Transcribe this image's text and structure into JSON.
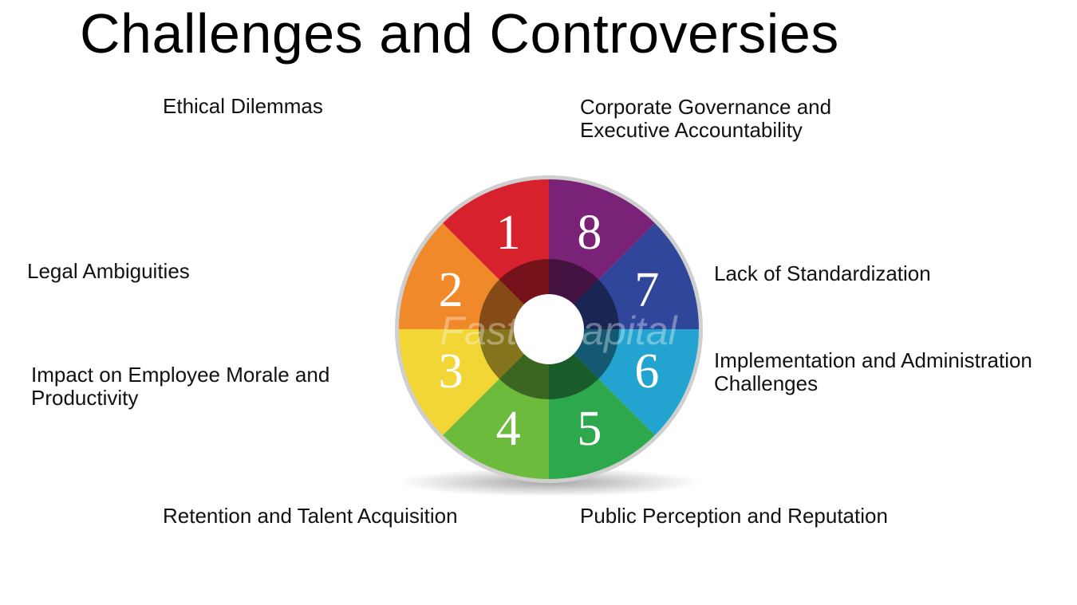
{
  "title": "Challenges and Controversies",
  "watermark": "FasterCapital",
  "segments": [
    {
      "number": "1",
      "color": "#d7222e",
      "label_lines": [
        "Ethical Dilemmas"
      ]
    },
    {
      "number": "2",
      "color": "#f0892a",
      "label_lines": [
        "Legal Ambiguities"
      ]
    },
    {
      "number": "3",
      "color": "#f1d635",
      "label_lines": [
        "Impact on Employee Morale and",
        "Productivity"
      ]
    },
    {
      "number": "4",
      "color": "#6cbb3c",
      "label_lines": [
        "Retention and Talent Acquisition"
      ]
    },
    {
      "number": "5",
      "color": "#2ea84c",
      "label_lines": [
        "Public Perception and Reputation"
      ]
    },
    {
      "number": "6",
      "color": "#23a3cf",
      "label_lines": [
        "Implementation and Administration",
        "Challenges"
      ]
    },
    {
      "number": "7",
      "color": "#2f469a",
      "label_lines": [
        "Lack of Standardization"
      ]
    },
    {
      "number": "8",
      "color": "#7a2277",
      "label_lines": [
        "Corporate Governance and",
        "Executive Accountability"
      ]
    }
  ]
}
